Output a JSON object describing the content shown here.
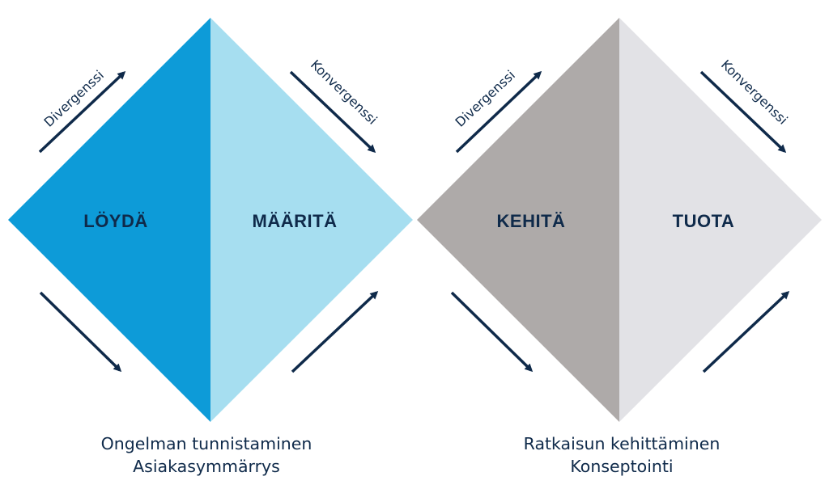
{
  "colors": {
    "ink": "#0f2a4a",
    "loyda": "#0d9bd8",
    "maarita": "#a6def0",
    "kehita": "#aeaaa9",
    "tuota": "#e2e2e6",
    "arrow": "#0f2a4a"
  },
  "diamonds": [
    {
      "left_phase": {
        "label": "LÖYDÄ"
      },
      "right_phase": {
        "label": "MÄÄRITÄ"
      },
      "divergence_label": "Divergenssi",
      "convergence_label": "Konvergenssi",
      "caption": {
        "line1": "Ongelman tunnistaminen",
        "line2": "Asiakasymmärrys"
      }
    },
    {
      "left_phase": {
        "label": "KEHITÄ"
      },
      "right_phase": {
        "label": "TUOTA"
      },
      "divergence_label": "Divergenssi",
      "convergence_label": "Konvergenssi",
      "caption": {
        "line1": "Ratkaisun kehittäminen",
        "line2": "Konseptointi"
      }
    }
  ]
}
